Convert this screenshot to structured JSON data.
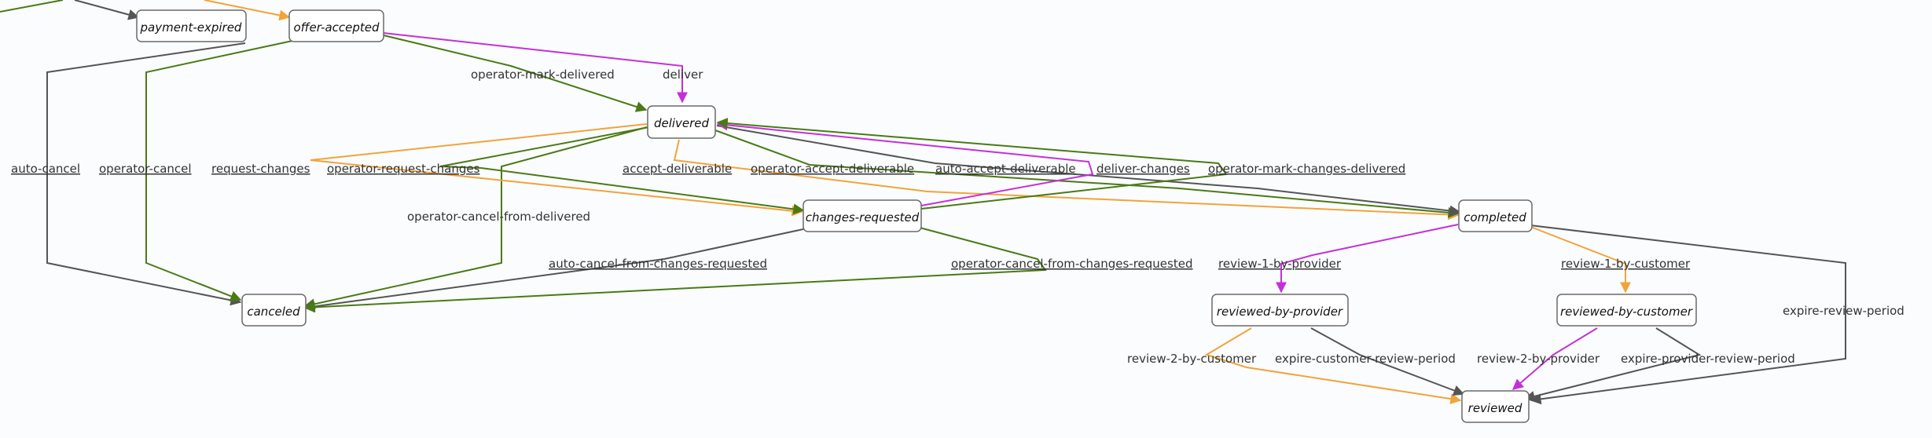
{
  "nodes": {
    "payment_expired": "payment-expired",
    "offer_accepted": "offer-accepted",
    "delivered": "delivered",
    "changes_requested": "changes-requested",
    "completed": "completed",
    "canceled": "canceled",
    "reviewed_by_provider": "reviewed-by-provider",
    "reviewed_by_customer": "reviewed-by-customer",
    "reviewed": "reviewed"
  },
  "transitions": {
    "operator_mark_delivered": "operator-mark-delivered",
    "deliver": "deliver",
    "auto_cancel": "auto-cancel",
    "operator_cancel": "operator-cancel",
    "request_changes": "request-changes",
    "operator_request_changes": "operator-request-changes",
    "accept_deliverable": "accept-deliverable",
    "operator_accept_deliverable": "operator-accept-deliverable",
    "auto_accept_deliverable": "auto-accept-deliverable",
    "deliver_changes": "deliver-changes",
    "operator_mark_changes_delivered": "operator-mark-changes-delivered",
    "operator_cancel_from_delivered": "operator-cancel-from-delivered",
    "auto_cancel_from_changes_requested": "auto-cancel-from-changes-requested",
    "operator_cancel_from_changes_requested": "operator-cancel-from-changes-requested",
    "review_1_by_provider": "review-1-by-provider",
    "review_1_by_customer": "review-1-by-customer",
    "expire_review_period": "expire-review-period",
    "review_2_by_customer": "review-2-by-customer",
    "expire_customer_review_period": "expire-customer-review-period",
    "review_2_by_provider": "review-2-by-provider",
    "expire_provider_review_period": "expire-provider-review-period"
  },
  "colors": {
    "operator": "#4a7a14",
    "auto": "#555555",
    "customer": "#f2a33a",
    "provider": "#c430d8"
  }
}
